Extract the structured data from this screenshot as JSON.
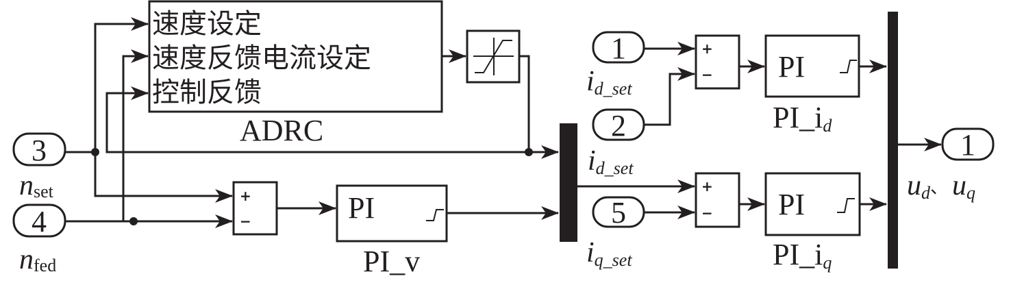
{
  "diagram": {
    "type": "simulink-block-diagram",
    "adrc_block": {
      "name": "ADRC",
      "inputs": [
        "速度设定",
        "速度反馈电流设定",
        "控制反馈"
      ]
    },
    "saturation_block": {
      "icon": "saturation-icon"
    },
    "inports": [
      {
        "number": "3",
        "label_main": "n",
        "label_sub": "set"
      },
      {
        "number": "4",
        "label_main": "n",
        "label_sub": "fed"
      },
      {
        "number": "1",
        "label_main": "i",
        "label_sub": "d_set"
      },
      {
        "number": "2",
        "label_main": "i",
        "label_sub": "d_set"
      },
      {
        "number": "5",
        "label_main": "i",
        "label_sub": "q_set"
      }
    ],
    "sum_blocks": [
      {
        "id": "sum_v",
        "signs": [
          "+",
          "−"
        ]
      },
      {
        "id": "sum_d",
        "signs": [
          "+",
          "−"
        ]
      },
      {
        "id": "sum_q",
        "signs": [
          "+",
          "−"
        ]
      }
    ],
    "pi_blocks": [
      {
        "text": "PI",
        "name_main": "PI_v",
        "name_sub": ""
      },
      {
        "text": "PI",
        "name_main": "PI_i",
        "name_sub": "d"
      },
      {
        "text": "PI",
        "name_main": "PI_i",
        "name_sub": "q"
      }
    ],
    "mux_labels": {
      "center_out_main": "i",
      "center_out_sub": "d_set",
      "center_bottom_main": "i",
      "center_bottom_sub": "q_set"
    },
    "outport": {
      "number": "1",
      "label_ud_main": "u",
      "label_ud_sub": "d",
      "separator": "、",
      "label_uq_main": "u",
      "label_uq_sub": "q"
    }
  }
}
